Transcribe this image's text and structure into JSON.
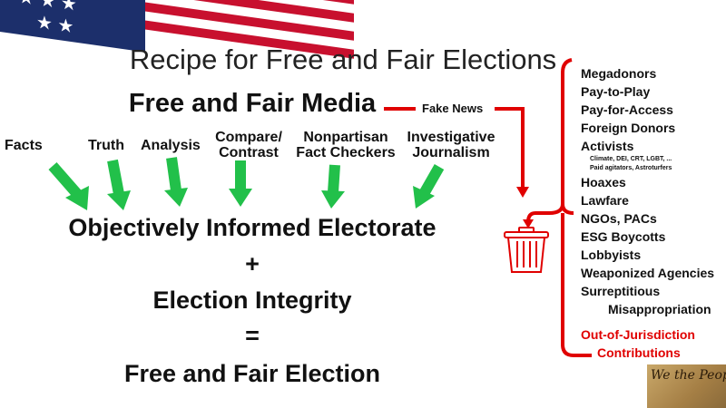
{
  "title": "Recipe for Free and Fair Elections",
  "media_heading": "Free and Fair Media",
  "fake_news_label": "Fake News",
  "sources": [
    {
      "line1": "Facts",
      "line2": ""
    },
    {
      "line1": "Truth",
      "line2": ""
    },
    {
      "line1": "Analysis",
      "line2": ""
    },
    {
      "line1": "Compare/",
      "line2": "Contrast"
    },
    {
      "line1": "Nonpartisan",
      "line2": "Fact Checkers"
    },
    {
      "line1": "Investigative",
      "line2": "Journalism"
    }
  ],
  "equation": {
    "line1": "Objectively Informed Electorate",
    "plus": "+",
    "line2": "Election Integrity",
    "equals": "=",
    "result": "Free and Fair Election"
  },
  "threats": {
    "items_top": [
      "Megadonors",
      "Pay-to-Play",
      "Pay-for-Access",
      "Foreign Donors",
      "Activists"
    ],
    "activists_sub": [
      "Climate, DEI, CRT, LGBT, ...",
      "Paid agitators, Astroturfers"
    ],
    "items_bottom": [
      "Hoaxes",
      "Lawfare",
      "NGOs, PACs",
      "ESG Boycotts",
      "Lobbyists",
      "Weaponized Agencies",
      "Surreptitious"
    ],
    "surreptitious_cont": "Misappropriation",
    "highlight_line1": "Out-of-Jurisdiction",
    "highlight_line2": "Contributions"
  },
  "image_caption": "We the People",
  "colors": {
    "red": "#e00000",
    "green": "#22c04a",
    "flag_blue": "#1c2f6b"
  }
}
